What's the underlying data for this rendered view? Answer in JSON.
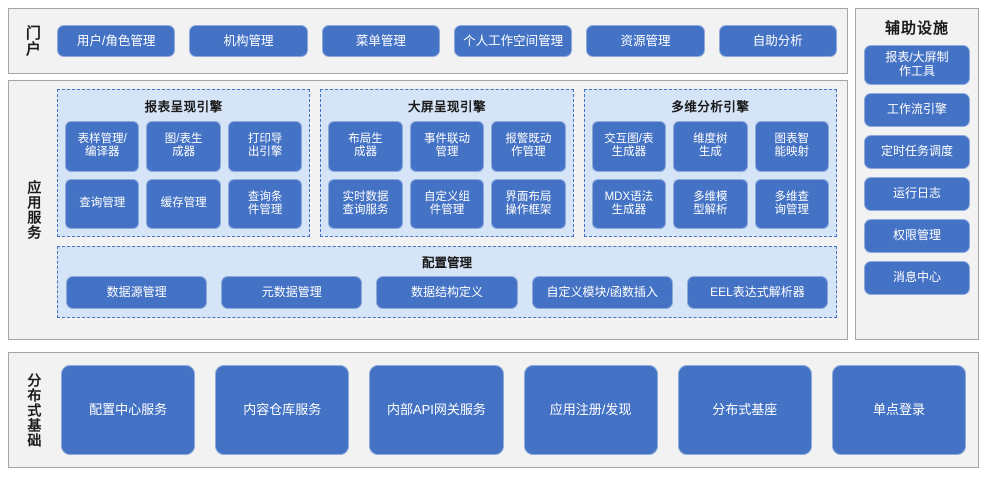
{
  "portal": {
    "section_label": "门户",
    "items": [
      {
        "label": "用户/角色管理"
      },
      {
        "label": "机构管理"
      },
      {
        "label": "菜单管理"
      },
      {
        "label": "个人工作空间管理"
      },
      {
        "label": "资源管理"
      },
      {
        "label": "自助分析"
      }
    ]
  },
  "aux": {
    "title": "辅助设施",
    "items": [
      {
        "label": "报表/大屏制\n作工具"
      },
      {
        "label": "工作流引擎"
      },
      {
        "label": "定时任务调度"
      },
      {
        "label": "运行日志"
      },
      {
        "label": "权限管理"
      },
      {
        "label": "消息中心"
      }
    ]
  },
  "app_service": {
    "section_label": "应用服务",
    "engines": [
      {
        "title": "报表呈现引擎",
        "items": [
          {
            "label": "表样管理/\n编译器"
          },
          {
            "label": "图/表生\n成器"
          },
          {
            "label": "打印导\n出引擎"
          },
          {
            "label": "查询管理"
          },
          {
            "label": "缓存管理"
          },
          {
            "label": "查询条\n件管理"
          }
        ]
      },
      {
        "title": "大屏呈现引擎",
        "items": [
          {
            "label": "布局生\n成器"
          },
          {
            "label": "事件联动\n管理"
          },
          {
            "label": "报警既动\n作管理"
          },
          {
            "label": "实时数据\n查询服务"
          },
          {
            "label": "自定义组\n件管理"
          },
          {
            "label": "界面布局\n操作框架"
          }
        ]
      },
      {
        "title": "多维分析引擎",
        "items": [
          {
            "label": "交互图/表\n生成器"
          },
          {
            "label": "维度树\n生成"
          },
          {
            "label": "图表智\n能映射"
          },
          {
            "label": "MDX语法\n生成器"
          },
          {
            "label": "多维模\n型解析"
          },
          {
            "label": "多维查\n询管理"
          }
        ]
      }
    ],
    "config": {
      "title": "配置管理",
      "items": [
        {
          "label": "数据源管理"
        },
        {
          "label": "元数据管理"
        },
        {
          "label": "数据结构定义"
        },
        {
          "label": "自定义模块/函数插入"
        },
        {
          "label": "EEL表达式解析器"
        }
      ]
    }
  },
  "infrastructure": {
    "section_label": "分布式基础",
    "items": [
      {
        "label": "配置中心服务"
      },
      {
        "label": "内容仓库服务"
      },
      {
        "label": "内部API网关服务"
      },
      {
        "label": "应用注册/发现"
      },
      {
        "label": "分布式基座"
      },
      {
        "label": "单点登录"
      }
    ]
  },
  "colors": {
    "button_fill": "#4472c4",
    "button_border": "#8eaadb",
    "group_fill": "#d6e4f7",
    "group_border": "#4472c4",
    "panel_fill": "#f2f2f2",
    "panel_border": "#a6a6a6",
    "text_light": "#ffffff",
    "text_dark": "#1a1a1a"
  }
}
